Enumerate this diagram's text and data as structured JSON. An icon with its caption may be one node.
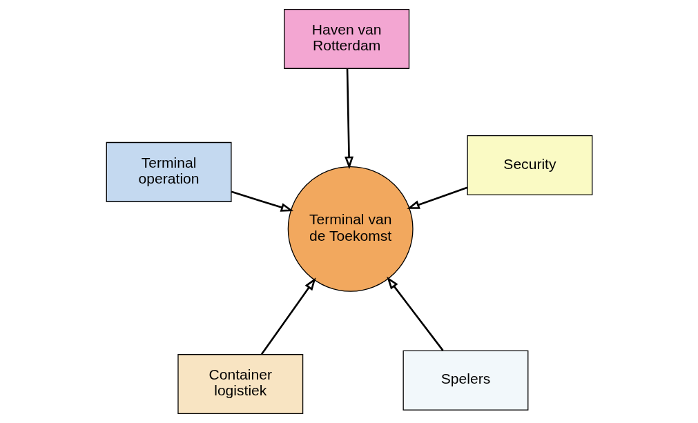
{
  "diagram": {
    "nodes": [
      {
        "text": [
          "Container logistiek"
        ]
      },
      {
        "text": [
          "Spelers"
        ]
      },
      {
        "text": [
          "Terminal van de Toekomst"
        ]
      },
      {
        "text": [
          "Haven van Rotterdam"
        ]
      },
      {
        "text": [
          "Security"
        ]
      },
      {
        "text": [
          "Terminal operation"
        ]
      }
    ],
    "edges": [
      {
        "from": 0,
        "to": 2,
        "arrow": "to"
      },
      {
        "from": 1,
        "to": 2,
        "arrow": "to"
      },
      {
        "from": 3,
        "to": 2,
        "arrow": "to"
      },
      {
        "from": 4,
        "to": 2,
        "arrow": "to"
      },
      {
        "from": 5,
        "to": 2,
        "arrow": "to"
      }
    ]
  }
}
